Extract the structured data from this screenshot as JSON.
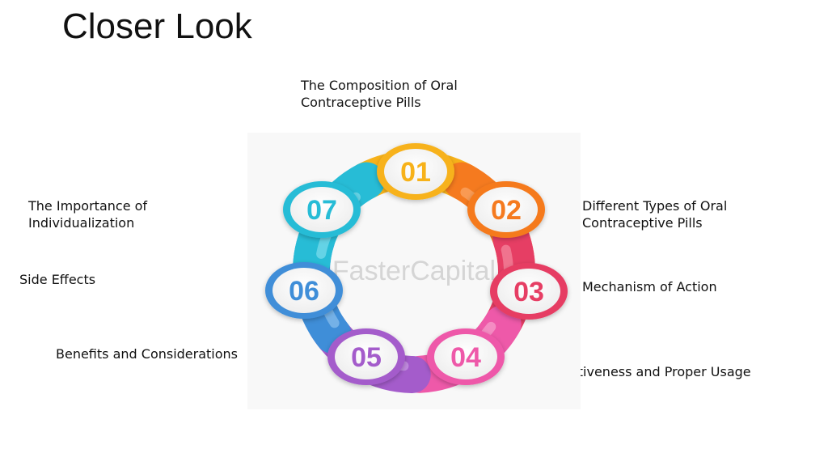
{
  "title": "Closer Look",
  "steps": [
    {
      "number": "01",
      "label": "The Composition of Oral\nContraceptive Pills",
      "color": "#F7B21A",
      "light": "#FCD962"
    },
    {
      "number": "02",
      "label": "Different Types of Oral\nContraceptive Pills",
      "color": "#F57A1F",
      "light": "#FBA86A"
    },
    {
      "number": "03",
      "label": "Mechanism of Action",
      "color": "#E63E64",
      "light": "#F48AA0"
    },
    {
      "number": "04",
      "label": "Effectiveness and Proper Usage",
      "color": "#EE59A9",
      "light": "#F7A2CE"
    },
    {
      "number": "05",
      "label": "Benefits and Considerations",
      "color": "#A45CCB",
      "light": "#CC9CE6"
    },
    {
      "number": "06",
      "label": "Side Effects",
      "color": "#3F8ED8",
      "light": "#8CC0EE"
    },
    {
      "number": "07",
      "label": "The Importance of\nIndividualization",
      "color": "#27BCD6",
      "light": "#7FDDEC"
    }
  ],
  "watermark": "FasterCapital"
}
